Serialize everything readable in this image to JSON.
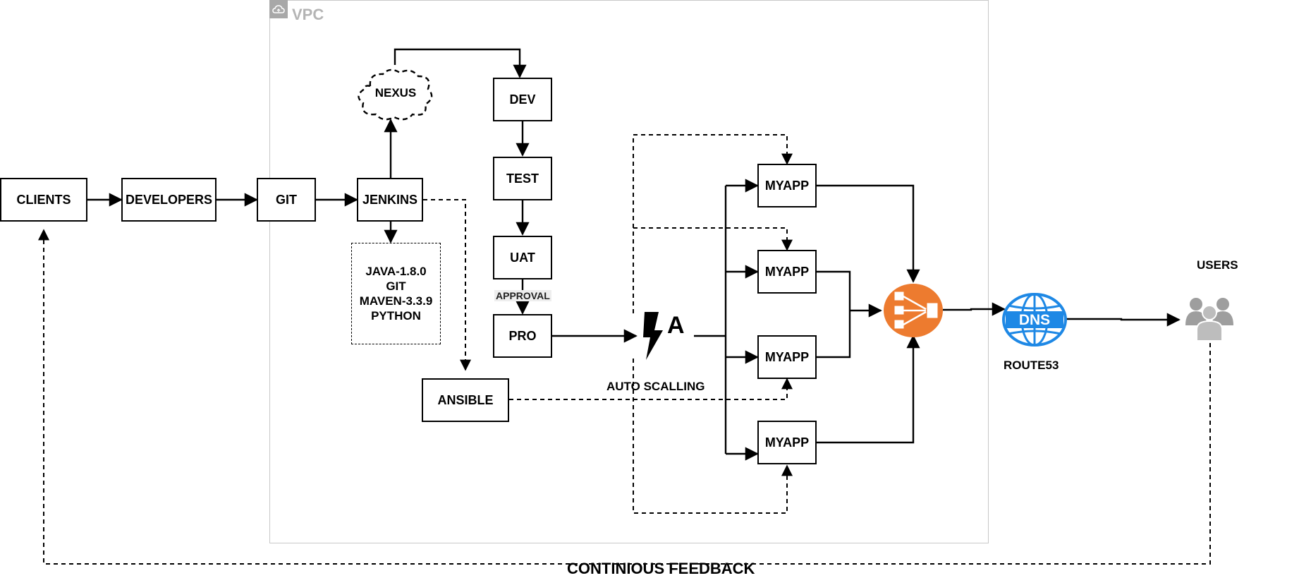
{
  "vpc": {
    "label": "VPC"
  },
  "nodes": {
    "clients": "CLIENTS",
    "developers": "DEVELOPERS",
    "git": "GIT",
    "jenkins": "JENKINS",
    "nexus": "NEXUS",
    "dev": "DEV",
    "test": "TEST",
    "uat": "UAT",
    "pro": "PRO",
    "ansible": "ANSIBLE",
    "myapp": [
      "MYAPP",
      "MYAPP",
      "MYAPP",
      "MYAPP"
    ]
  },
  "tools": [
    "JAVA-1.8.0",
    "GIT",
    "MAVEN-3.3.9",
    "PYTHON"
  ],
  "labels": {
    "approval": "APPROVAL",
    "auto_scaling": "AUTO SCALLING",
    "autoscale_glyph": "A",
    "dns_glyph": "DNS",
    "route53": "ROUTE53",
    "users": "USERS",
    "feedback": "CONTINIOUS FEEDBACK"
  },
  "icons": {
    "vpc": "cloud-icon",
    "autoscaling": "lightning-icon",
    "load_balancer": "load-balancer-icon",
    "dns": "globe-dns-icon",
    "users": "users-group-icon"
  },
  "colors": {
    "load_balancer": "#ED7B2F",
    "dns": "#1E88E5",
    "users": "#9E9E9E",
    "vpc_border": "#C8C8C8"
  }
}
